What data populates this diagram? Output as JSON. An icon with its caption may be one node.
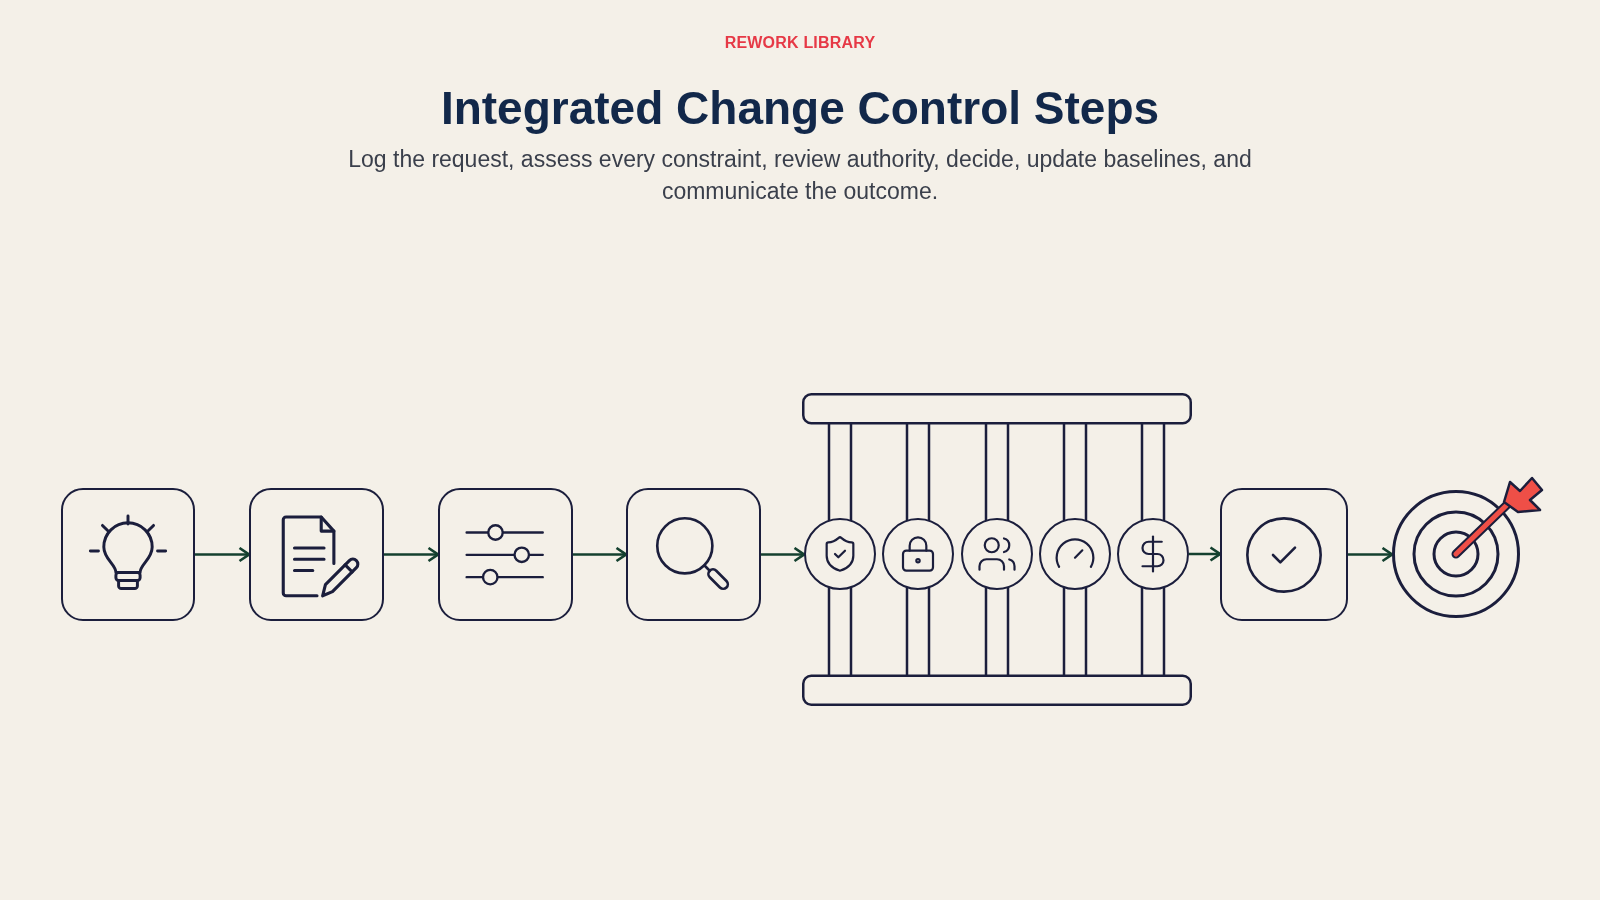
{
  "diagram": {
    "title": "Integrated Change Control Steps",
    "nodes": [
      {
        "text": [],
        "shape": "box"
      },
      {
        "text": [],
        "shape": "box"
      },
      {
        "text": [],
        "shape": "box"
      },
      {
        "text": [],
        "shape": "box"
      },
      {
        "text": [],
        "shape": "circle"
      },
      {
        "text": [],
        "shape": "circle"
      },
      {
        "text": [],
        "shape": "circle"
      },
      {
        "text": [],
        "shape": "circle"
      },
      {
        "text": [],
        "shape": "circle"
      },
      {
        "text": [],
        "shape": "box"
      },
      {
        "text": [],
        "shape": "picture"
      }
    ],
    "edges": [
      {
        "from": 0,
        "to": 1,
        "arrow": "to"
      },
      {
        "from": 1,
        "to": 2,
        "arrow": "to"
      },
      {
        "from": 2,
        "to": 3,
        "arrow": "to"
      },
      {
        "from": 3,
        "to": 4,
        "arrow": "to"
      },
      {
        "from": 8,
        "to": 9,
        "arrow": "to"
      },
      {
        "from": 9,
        "to": 10,
        "arrow": "to"
      }
    ],
    "labels": [
      "REWORK LIBRARY",
      "Log the request, assess every constraint, review authority, decide, update baselines, and communicate the outcome."
    ]
  }
}
